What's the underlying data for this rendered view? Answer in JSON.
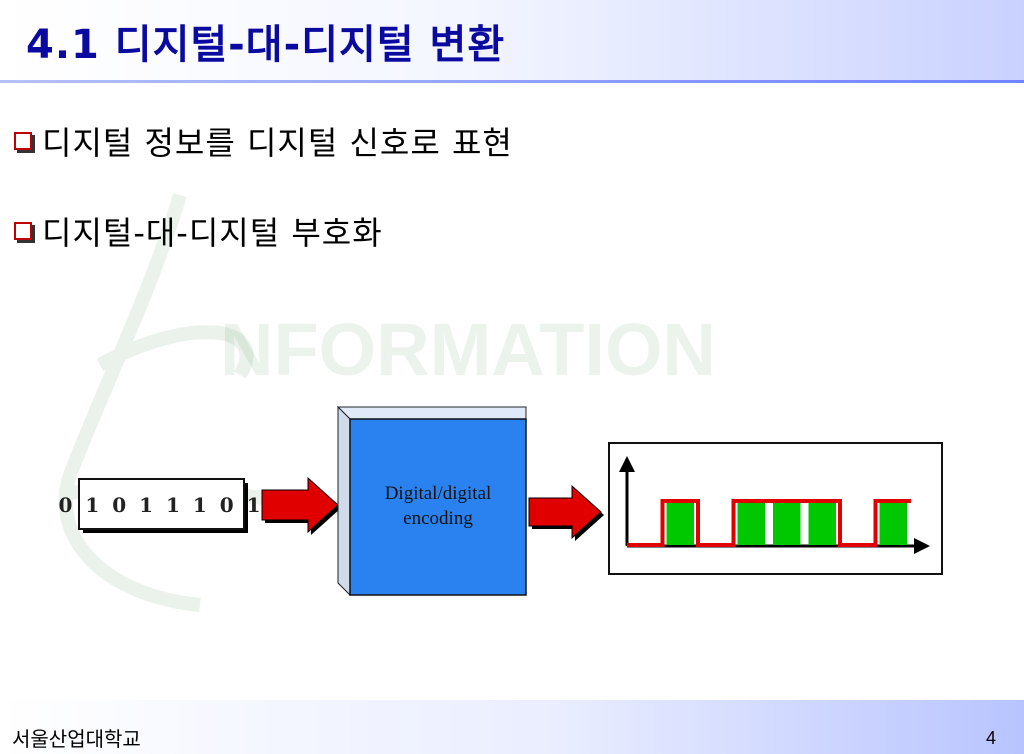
{
  "slide": {
    "title": "4.1 디지털-대-디지털 변환",
    "bullets": [
      "디지털 정보를 디지털 신호로 표현",
      "디지털-대-디지털 부호화"
    ]
  },
  "diagram": {
    "input_bits": "0 1 0 1 1 1 0 1",
    "encoder_label_line1": "Digital/digital",
    "encoder_label_line2": "encoding",
    "signal_bits": [
      0,
      1,
      0,
      1,
      1,
      1,
      0,
      1
    ],
    "watermark_text": "NFORMATION"
  },
  "footer": {
    "university": "서울산업대학교",
    "page_number": "4"
  },
  "colors": {
    "title": "#0a0aa0",
    "bullet_border": "#c00000",
    "encoder_box": "#2a82f0",
    "arrow": "#e00000",
    "signal_line": "#e00000",
    "signal_fill": "#00c800"
  }
}
